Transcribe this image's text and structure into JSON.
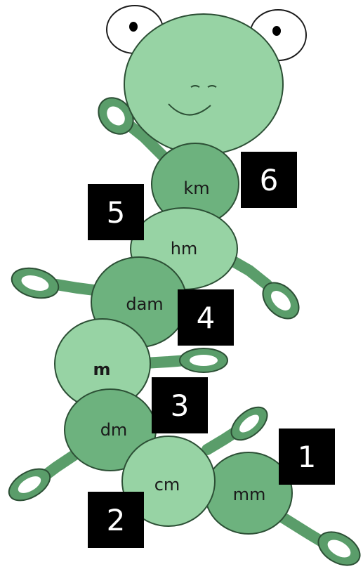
{
  "caterpillar": {
    "colors": {
      "light_green": "#97d3a4",
      "dark_green": "#6db27e",
      "limb_green": "#5a9d6a",
      "outline": "#2c4f35"
    },
    "segments": [
      {
        "unit": "km",
        "order": 6,
        "shade": "dark"
      },
      {
        "unit": "hm",
        "order": 5,
        "shade": "light"
      },
      {
        "unit": "dam",
        "order": 4,
        "shade": "dark"
      },
      {
        "unit": "m",
        "order": null,
        "shade": "light"
      },
      {
        "unit": "dm",
        "order": 3,
        "shade": "dark"
      },
      {
        "unit": "cm",
        "order": 2,
        "shade": "light"
      },
      {
        "unit": "mm",
        "order": 1,
        "shade": "dark"
      }
    ]
  },
  "labels": {
    "km": "km",
    "hm": "hm",
    "dam": "dam",
    "m": "m",
    "dm": "dm",
    "cm": "cm",
    "mm": "mm"
  },
  "numbers": {
    "n1": "1",
    "n2": "2",
    "n3": "3",
    "n4": "4",
    "n5": "5",
    "n6": "6"
  }
}
